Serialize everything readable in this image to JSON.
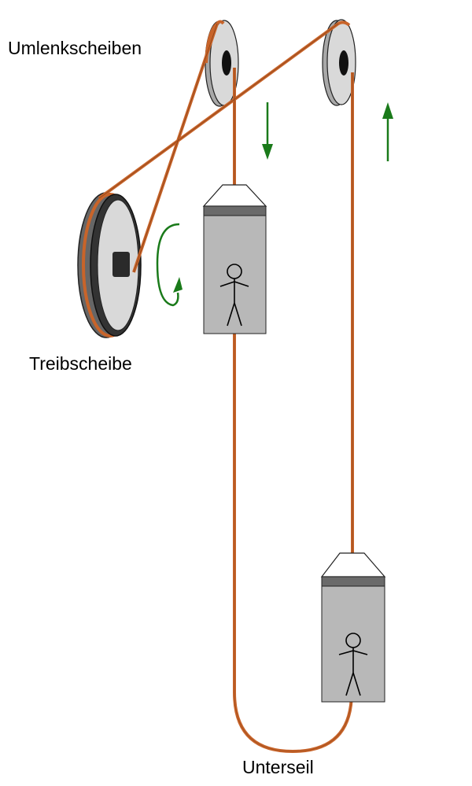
{
  "labels": {
    "deflection_sheaves": "Umlenkscheiben",
    "traction_sheave": "Treibscheibe",
    "compensation_rope": "Unterseil"
  },
  "colors": {
    "rope": "#c8642a",
    "arrow": "#1a7a1a",
    "sheave_face": "#d9d9d9",
    "car": "#b8b8b8",
    "band": "#6a6a6a"
  }
}
